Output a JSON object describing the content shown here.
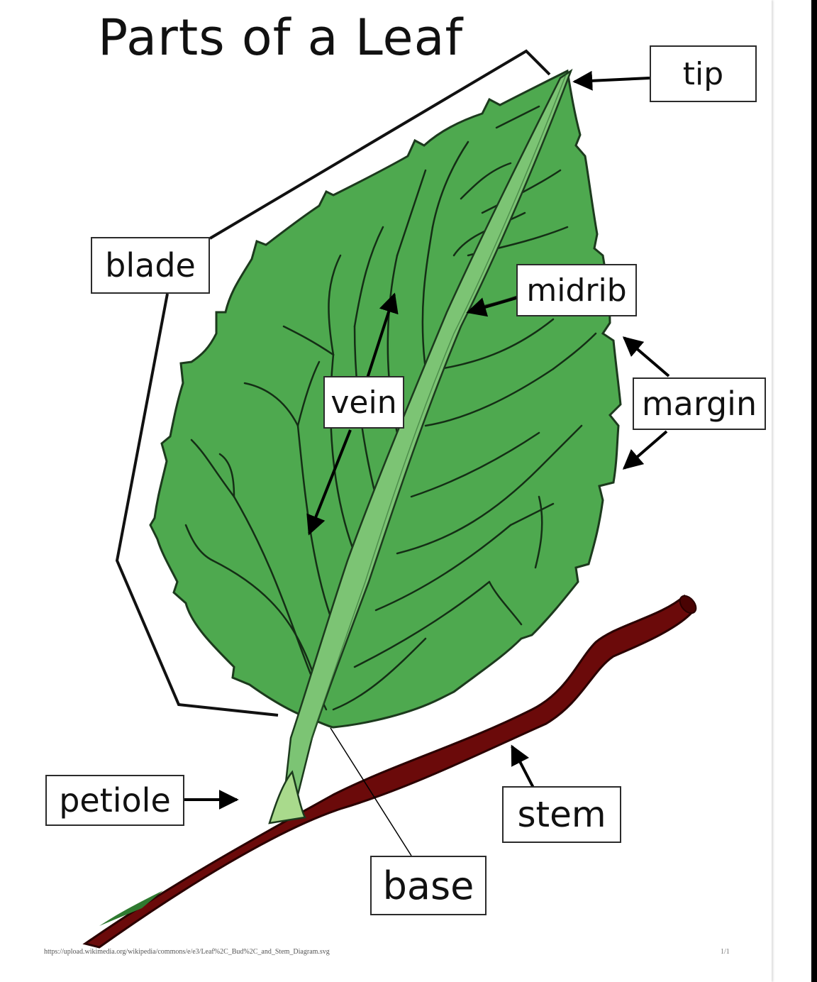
{
  "title": "Parts of a Leaf",
  "labels": {
    "tip": "tip",
    "blade": "blade",
    "midrib": "midrib",
    "vein": "vein",
    "margin": "margin",
    "petiole": "petiole",
    "stem": "stem",
    "base": "base"
  },
  "footer": {
    "source_url": "https://upload.wikimedia.org/wikipedia/commons/e/e3/Leaf%2C_Bud%2C_and_Stem_Diagram.svg",
    "page_number": "1/1"
  },
  "colors": {
    "leaf": "#4ea94f",
    "leaf_outline": "#1c3a1d",
    "midrib": "#7cc474",
    "stem": "#6b0a0a",
    "petiole_bud": "#a9da8c"
  }
}
